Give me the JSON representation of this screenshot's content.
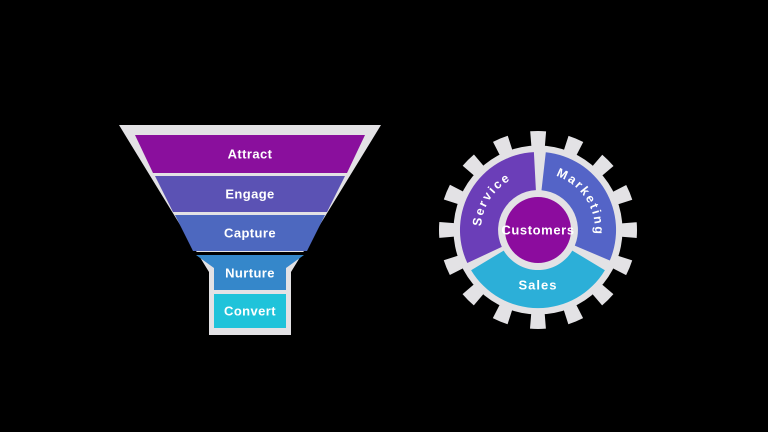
{
  "background_color": "#000000",
  "funnel": {
    "outline_color": "#E3E2E5",
    "stages": [
      {
        "label": "Attract",
        "color": "#8A0F9D"
      },
      {
        "label": "Engage",
        "color": "#5B52B4"
      },
      {
        "label": "Capture",
        "color": "#4D68BF"
      },
      {
        "label": "Nurture",
        "color": "#3587CA"
      },
      {
        "label": "Convert",
        "color": "#1FC3DA"
      }
    ]
  },
  "flywheel": {
    "gear_color": "#E3E2E5",
    "center_label": "Customers",
    "center_color": "#8C0C9E",
    "segments": [
      {
        "label": "Service",
        "color": "#6B3EB8",
        "position": "left"
      },
      {
        "label": "Marketing",
        "color": "#5464C7",
        "position": "right"
      },
      {
        "label": "Sales",
        "color": "#2CAFD8",
        "position": "bottom"
      }
    ]
  }
}
